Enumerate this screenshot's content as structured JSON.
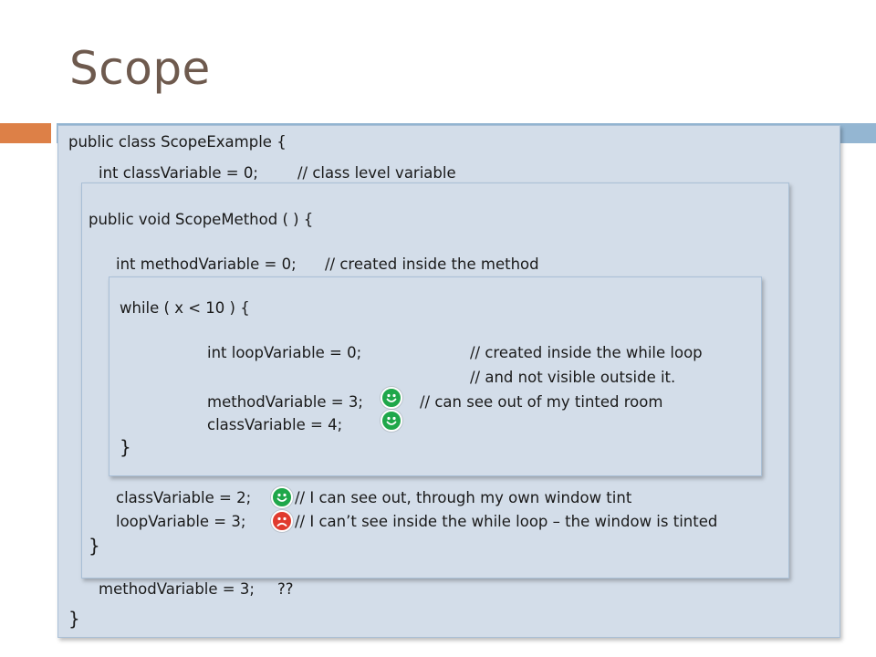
{
  "slide": {
    "title": "Scope"
  },
  "colors": {
    "accent_orange": "#dd8047",
    "accent_blue": "#94b6d2",
    "box_fill": "#d3dde9",
    "happy": "#1fa74a",
    "sad": "#e03b2e"
  },
  "code": {
    "class_open": "public class ScopeExample {",
    "class_var": "int classVariable = 0;",
    "class_var_comment": "// class level variable",
    "method_open": "public void ScopeMethod ( ) {",
    "method_var": "int methodVariable = 0;",
    "method_var_comment": "// created inside the method",
    "while_open": "while ( x < 10 ) {",
    "loop_var": "int loopVariable = 0;",
    "loop_var_comment_1": "// created inside the while loop",
    "loop_var_comment_2": "// and not visible outside it.",
    "loop_method_assign": "methodVariable = 3;",
    "loop_method_comment": "// can see out of my tinted room",
    "loop_class_assign": "classVariable = 4;",
    "while_close": "}",
    "method_class_assign": "classVariable = 2;",
    "method_class_comment": "// I can see out, through my own window tint",
    "method_loop_assign": "loopVariable = 3;",
    "method_loop_comment": "// I can’t see inside the while loop – the window is tinted",
    "method_close": "}",
    "class_method_assign": "methodVariable = 3;",
    "class_method_comment": "??",
    "class_close": "}"
  },
  "faces": [
    {
      "id": "loop-method",
      "mood": "happy",
      "icon": "smiley-face-icon"
    },
    {
      "id": "loop-class",
      "mood": "happy",
      "icon": "smiley-face-icon"
    },
    {
      "id": "method-class",
      "mood": "happy",
      "icon": "smiley-face-icon"
    },
    {
      "id": "method-loop",
      "mood": "sad",
      "icon": "sad-face-icon"
    }
  ]
}
